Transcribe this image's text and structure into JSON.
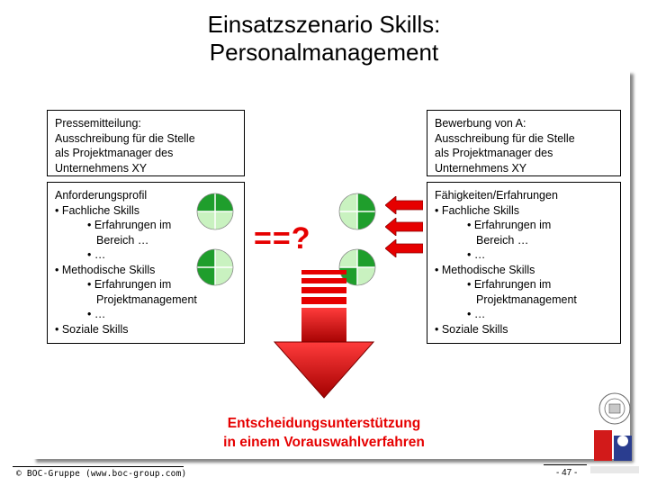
{
  "title": {
    "line1": "Einsatzszenario Skills:",
    "line2": "Personalmanagement"
  },
  "left_top_box": {
    "heading": "Pressemitteilung:",
    "lines": [
      "Ausschreibung für die Stelle",
      "als Projektmanager des",
      "Unternehmens XY"
    ]
  },
  "left_bottom_box": {
    "lines": [
      "Anforderungsprofil",
      "• Fachliche Skills",
      "• Erfahrungen im",
      "Bereich …",
      "• …",
      "• Methodische Skills",
      "• Erfahrungen im",
      "Projektmanagement",
      "• …",
      "• Soziale Skills"
    ]
  },
  "right_top_box": {
    "heading": "Bewerbung von A:",
    "lines": [
      "Ausschreibung für die Stelle",
      "als Projektmanager des",
      "Unternehmens XY"
    ]
  },
  "right_bottom_box": {
    "lines": [
      "Fähigkeiten/Erfahrungen",
      "• Fachliche Skills",
      "• Erfahrungen im",
      "Bereich …",
      "• …",
      "• Methodische Skills",
      "• Erfahrungen im",
      "Projektmanagement",
      "• …",
      "• Soziale Skills"
    ]
  },
  "compare_symbol": "==?",
  "decision": {
    "line1": "Entscheidungsunterstützung",
    "line2": "in einem Vorauswahlverfahren"
  },
  "footer": {
    "copyright": "© BOC-Gruppe  (www.boc-group.com)",
    "page": "- 47 -"
  },
  "icons": {
    "pie": "quarter-pie-icon",
    "arrow": "red-arrow-left-icon",
    "decision": "red-down-arrow-icon",
    "logo": "university-boc-logo"
  },
  "colors": {
    "accent_red": "#e60000",
    "pie_dark": "#1f9e2c",
    "pie_light": "#c9f2c0"
  }
}
